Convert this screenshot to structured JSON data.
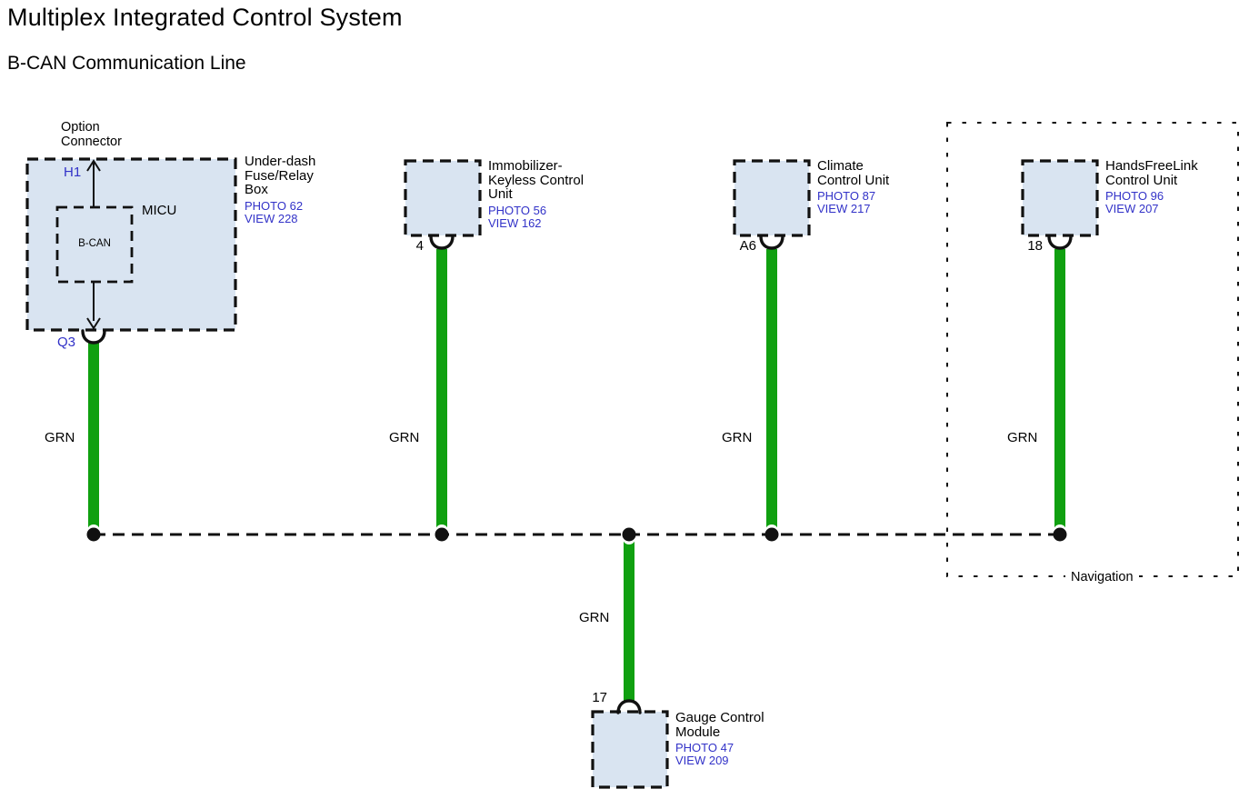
{
  "header": {
    "title": "Multiplex Integrated Control System",
    "subtitle": "B-CAN Communication Line"
  },
  "colors": {
    "wire_green": "#10A010",
    "component_fill": "#D9E4F1",
    "reference_blue": "#3232C8",
    "diagram_black": "#111111"
  },
  "components": {
    "underdash": {
      "top_connector_label_lines": [
        "Option",
        "Connector"
      ],
      "pin_top": "H1",
      "pin_bottom": "Q3",
      "controller_label": "MICU",
      "bus_module_label": "B-CAN",
      "name_lines": [
        "Under-dash",
        "Fuse/Relay",
        "Box"
      ],
      "photo_ref": "PHOTO 62",
      "view_ref": "VIEW 228"
    },
    "immobilizer": {
      "name_lines": [
        "Immobilizer-",
        "Keyless Control",
        "Unit"
      ],
      "photo_ref": "PHOTO 56",
      "view_ref": "VIEW 162",
      "pin": "4"
    },
    "climate": {
      "name_lines": [
        "Climate",
        "Control Unit"
      ],
      "photo_ref": "PHOTO 87",
      "view_ref": "VIEW 217",
      "pin": "A6"
    },
    "handsfreelink": {
      "name_lines": [
        "HandsFreeLink",
        "Control Unit"
      ],
      "photo_ref": "PHOTO 96",
      "view_ref": "VIEW 207",
      "pin": "18"
    },
    "gauge": {
      "name_lines": [
        "Gauge Control",
        "Module"
      ],
      "photo_ref": "PHOTO 47",
      "view_ref": "VIEW 209",
      "pin": "17"
    }
  },
  "wires": {
    "labels": [
      "GRN",
      "GRN",
      "GRN",
      "GRN",
      "GRN"
    ]
  },
  "navigation_group_label": "Navigation"
}
